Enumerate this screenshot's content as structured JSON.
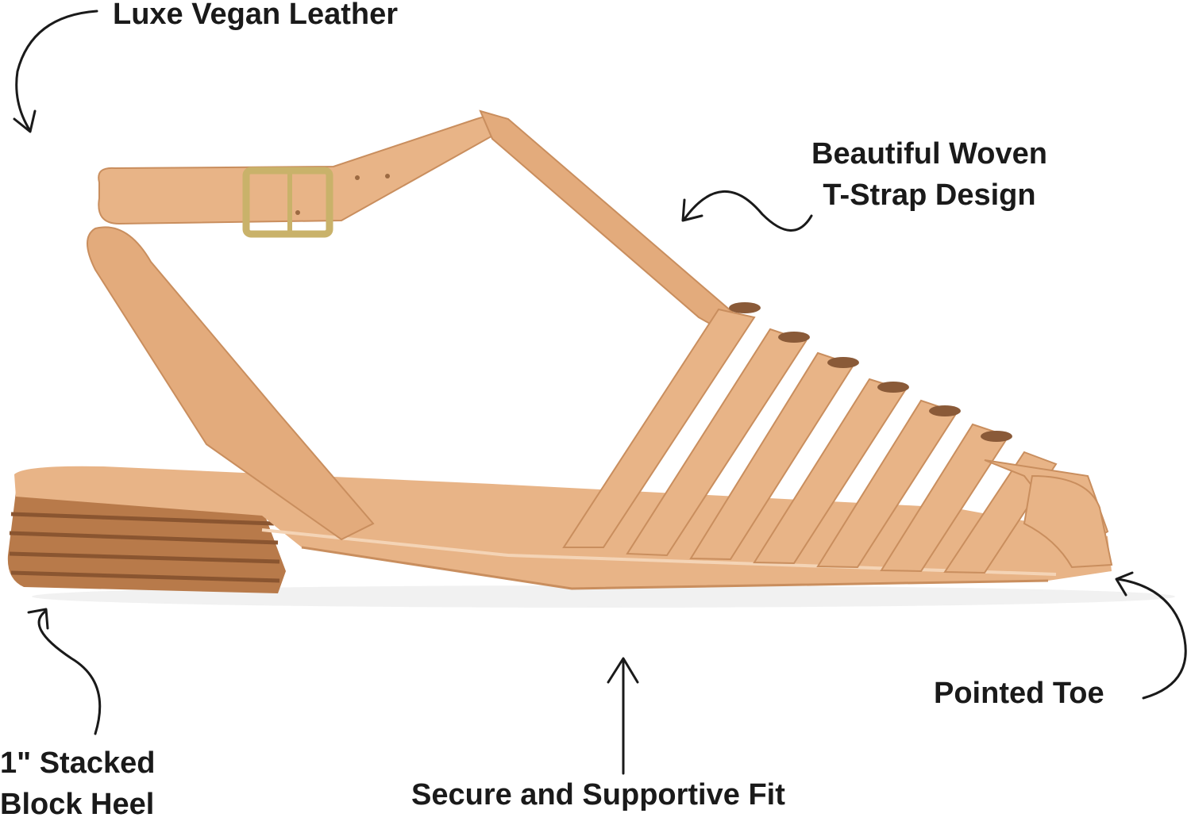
{
  "callouts": {
    "leather": {
      "text": "Luxe Vegan Leather"
    },
    "woven": {
      "line1": "Beautiful Woven",
      "line2": "T-Strap Design"
    },
    "heel": {
      "line1": "1\" Stacked",
      "line2": "Block Heel"
    },
    "fit": {
      "text": "Secure and Supportive Fit"
    },
    "toe": {
      "text": "Pointed Toe"
    }
  },
  "colors": {
    "leather": "#e8b487",
    "leather_shade": "#d49b6c",
    "heel_wood": "#a86d3f",
    "buckle": "#c9b26a",
    "text": "#1a1a1a"
  }
}
